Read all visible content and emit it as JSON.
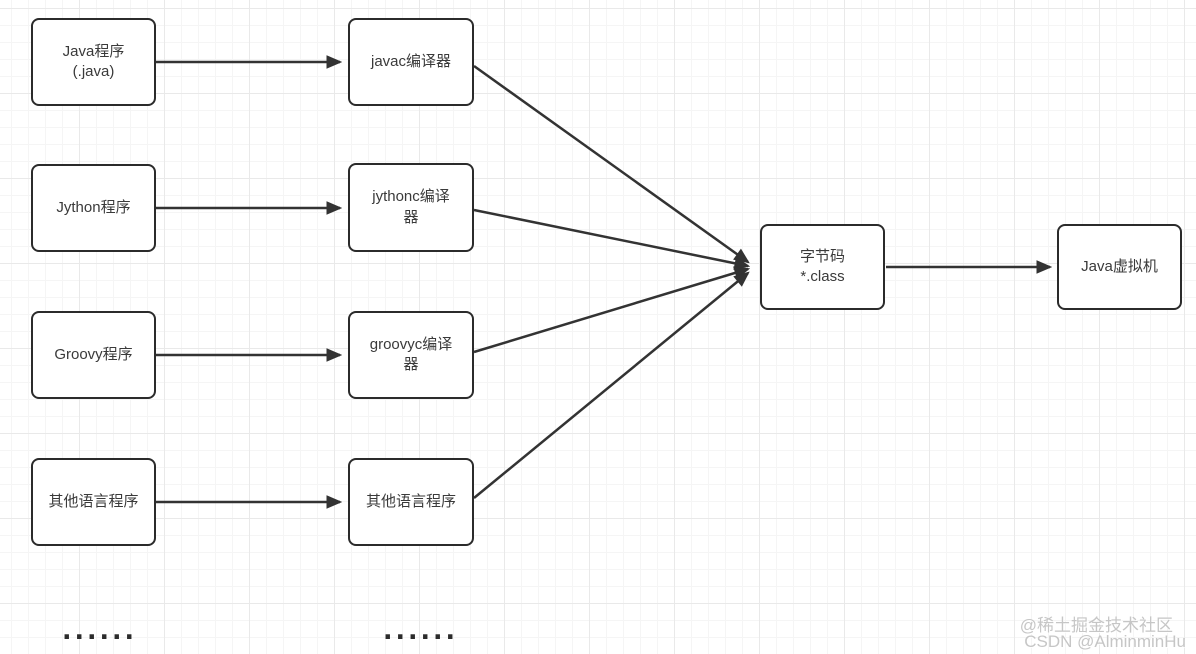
{
  "diagram": {
    "description": "Flow diagram: multiple language programs are compiled by their compilers into Java bytecode (*.class), which runs on the Java virtual machine.",
    "left_nodes": [
      {
        "id": "java-src",
        "label": "Java程序\n(.java)"
      },
      {
        "id": "jython-src",
        "label": "Jython程序"
      },
      {
        "id": "groovy-src",
        "label": "Groovy程序"
      },
      {
        "id": "other-src",
        "label": "其他语言程序"
      }
    ],
    "mid_nodes": [
      {
        "id": "javac",
        "label": "javac编译器"
      },
      {
        "id": "jythonc",
        "label": "jythonc编译\n器"
      },
      {
        "id": "groovyc",
        "label": "groovyc编译\n器"
      },
      {
        "id": "other-comp",
        "label": "其他语言程序"
      }
    ],
    "right_nodes": [
      {
        "id": "bytecode",
        "label": "字节码\n*.class"
      },
      {
        "id": "jvm",
        "label": "Java虚拟机"
      }
    ],
    "edges": [
      {
        "from": "java-src",
        "to": "javac"
      },
      {
        "from": "jython-src",
        "to": "jythonc"
      },
      {
        "from": "groovy-src",
        "to": "groovyc"
      },
      {
        "from": "other-src",
        "to": "other-comp"
      },
      {
        "from": "javac",
        "to": "bytecode"
      },
      {
        "from": "jythonc",
        "to": "bytecode"
      },
      {
        "from": "groovyc",
        "to": "bytecode"
      },
      {
        "from": "other-comp",
        "to": "bytecode"
      },
      {
        "from": "bytecode",
        "to": "jvm"
      }
    ],
    "ellipsis_left": "......",
    "ellipsis_mid": "......"
  },
  "watermark": {
    "line1": "@稀土掘金技术社区",
    "line2": "CSDN @AlminminHu"
  },
  "colors": {
    "node_border": "#2b2b2b",
    "node_fill": "#ffffff",
    "arrow": "#333333",
    "text": "#3a3a3a",
    "grid_minor": "#f5f5f5",
    "grid_major": "#e9e9e9",
    "watermark": "#c6c6c6"
  }
}
